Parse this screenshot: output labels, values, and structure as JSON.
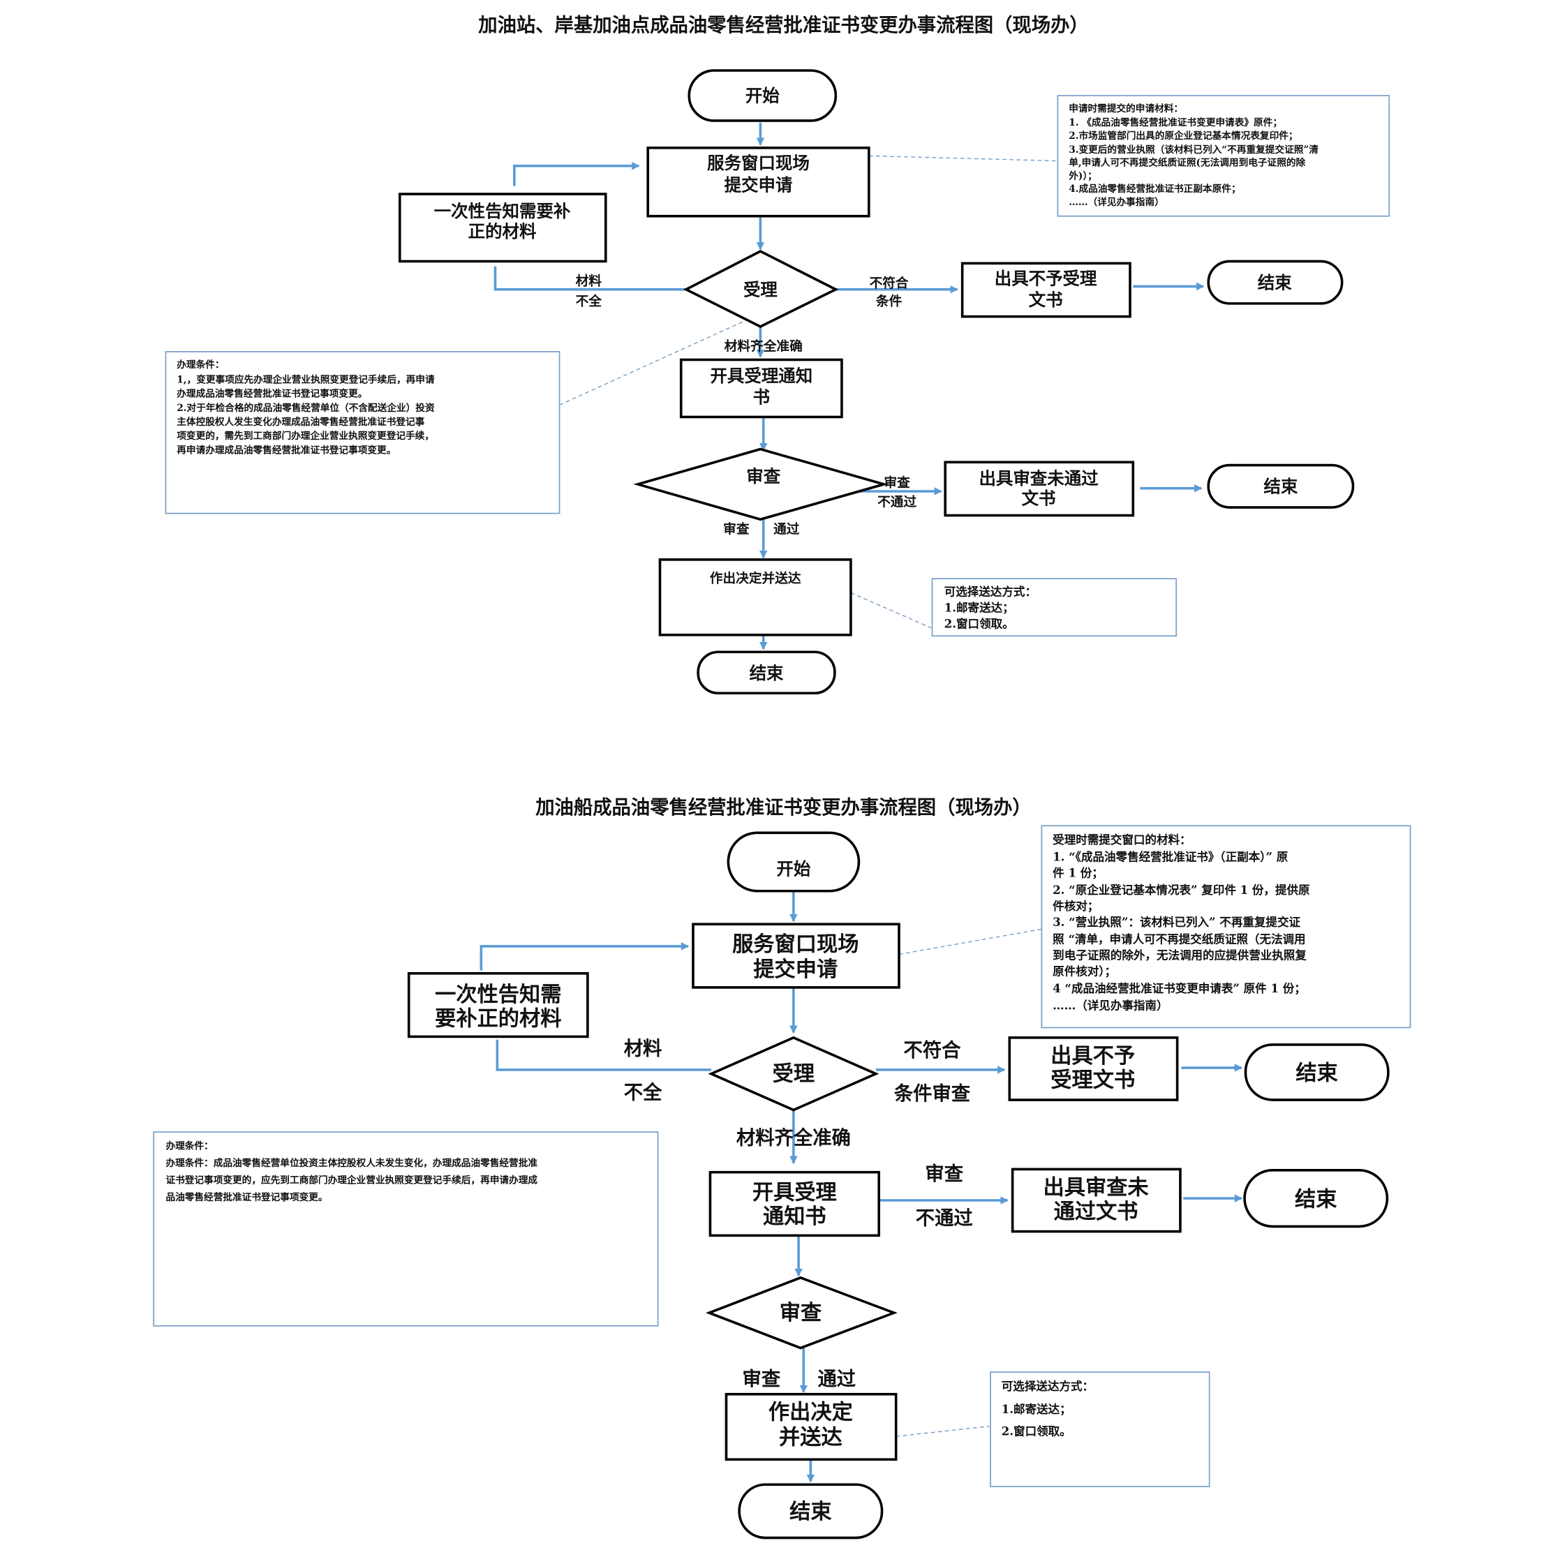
{
  "diagram1": {
    "title": "加油站、岸基加油点成品油零售经营批准证书变更办事流程图（现场办）",
    "start": "开始",
    "submit": [
      "服务窗口现场",
      "提交申请"
    ],
    "supplement": [
      "一次性告知需要补",
      "正的材料"
    ],
    "accept": "受理",
    "incomplete": [
      "材料",
      "不全"
    ],
    "not_qualified": [
      "不符合",
      "条件"
    ],
    "reject_doc": [
      "出具不予受理",
      "文书"
    ],
    "end": "结束",
    "complete": "材料齐全准确",
    "accept_notice": [
      "开具受理通知",
      "书"
    ],
    "review": "审查",
    "review_fail": [
      "审查",
      "不通过"
    ],
    "fail_doc": [
      "出具审查未通过",
      "文书"
    ],
    "review_pass": [
      "审查",
      "通过"
    ],
    "decision": "作出决定并送达",
    "materials_note": [
      "申请时需提交的申请材料：",
      "1. 《成品油零售经营批准证书变更申请表》原件；",
      "2.市场监管部门出具的原企业登记基本情况表复印件；",
      "3.变更后的营业执照（该材料已列入“不再重复提交证照”清",
      "单,申请人可不再提交纸质证照(无法调用到电子证照的除",
      "外)）；",
      "4.成品油零售经营批准证书正副本原件；",
      "……（详见办事指南）"
    ],
    "conditions_note": [
      "办理条件：",
      "1,，变更事项应先办理企业营业执照变更登记手续后，再申请",
      "办理成品油零售经营批准证书登记事项变更。",
      "2.对于年检合格的成品油零售经营单位（不含配送企业）投资",
      "主体控股权人发生变化办理成品油零售经营批准证书登记事",
      "项变更的，需先到工商部门办理企业营业执照变更登记手续，",
      "再申请办理成品油零售经营批准证书登记事项变更。"
    ],
    "delivery_note": [
      "可选择送达方式：",
      "1.邮寄送达；",
      "2.窗口领取。"
    ]
  },
  "diagram2": {
    "title": "加油船成品油零售经营批准证书变更办事流程图（现场办）",
    "start": "开始",
    "submit": [
      "服务窗口现场",
      "提交申请"
    ],
    "supplement": [
      "一次性告知需",
      "要补正的材料"
    ],
    "accept": "受理",
    "incomplete": [
      "材料",
      "不全"
    ],
    "not_qualified": [
      "不符合",
      "条件审查"
    ],
    "reject_doc": [
      "出具不予",
      "受理文书"
    ],
    "end": "结束",
    "complete": "材料齐全准确",
    "accept_notice": [
      "开具受理",
      "通知书"
    ],
    "review_fail": [
      "审查",
      "不通过"
    ],
    "fail_doc": [
      "出具审查未",
      "通过文书"
    ],
    "review": "审查",
    "review_pass": [
      "审查",
      "通过"
    ],
    "decision": [
      "作出决定",
      "并送达"
    ],
    "materials_note": [
      "受理时需提交窗口的材料：",
      "1. “《成品油零售经营批准证书》（正副本）” 原",
      "件 1 份；",
      "2. “原企业登记基本情况表” 复印件 1 份，提供原",
      "件核对；",
      "3. “营业执照”：该材料已列入” 不再重复提交证",
      "照 “清单，申请人可不再提交纸质证照（无法调用",
      "到电子证照的除外，无法调用的应提供营业执照复",
      "原件核对）；",
      "4 “成品油经营批准证书变更申请表” 原件 1 份；",
      "……（详见办事指南）"
    ],
    "conditions_note": [
      "办理条件：",
      "办理条件：成品油零售经营单位投资主体控股权人未发生变化，办理成品油零售经营批准",
      "证书登记事项变更的，应先到工商部门办理企业营业执照变更登记手续后，再申请办理成",
      "品油零售经营批准证书登记事项变更。"
    ],
    "delivery_note": [
      "可选择送达方式：",
      "1.邮寄送达；",
      "2.窗口领取。"
    ]
  },
  "colors": {
    "arrow": "#5b9bd5",
    "note_border": "#7aa0c8",
    "node_border": "#000000"
  }
}
